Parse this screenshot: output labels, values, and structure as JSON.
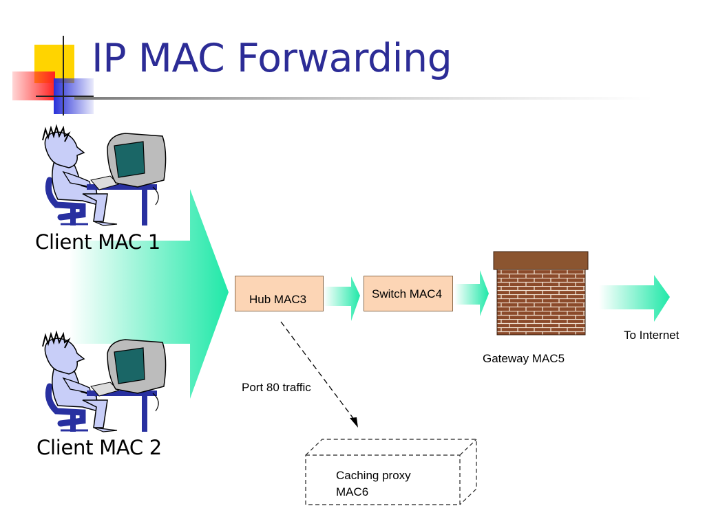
{
  "title": "IP MAC Forwarding",
  "clients": [
    {
      "label": "Client MAC 1"
    },
    {
      "label": "Client MAC 2"
    }
  ],
  "hub": {
    "label": "Hub MAC3"
  },
  "switch": {
    "label": "Switch MAC4"
  },
  "gateway": {
    "label": "Gateway MAC5"
  },
  "internet": {
    "label": "To Internet"
  },
  "port80": {
    "label": "Port 80 traffic"
  },
  "proxy": {
    "line1": "Caching proxy",
    "line2": "MAC6"
  },
  "colors": {
    "title": "#2c2c96",
    "arrow": "#20e8a8",
    "box_fill": "#fcd5b5",
    "brick": "#8b4a2a",
    "logo_yellow": "#ffd400",
    "logo_red": "#ff3030",
    "logo_blue": "#2830d8"
  },
  "icons": [
    "person-at-computer-icon",
    "brick-wall-icon",
    "slide-logo-icon"
  ]
}
